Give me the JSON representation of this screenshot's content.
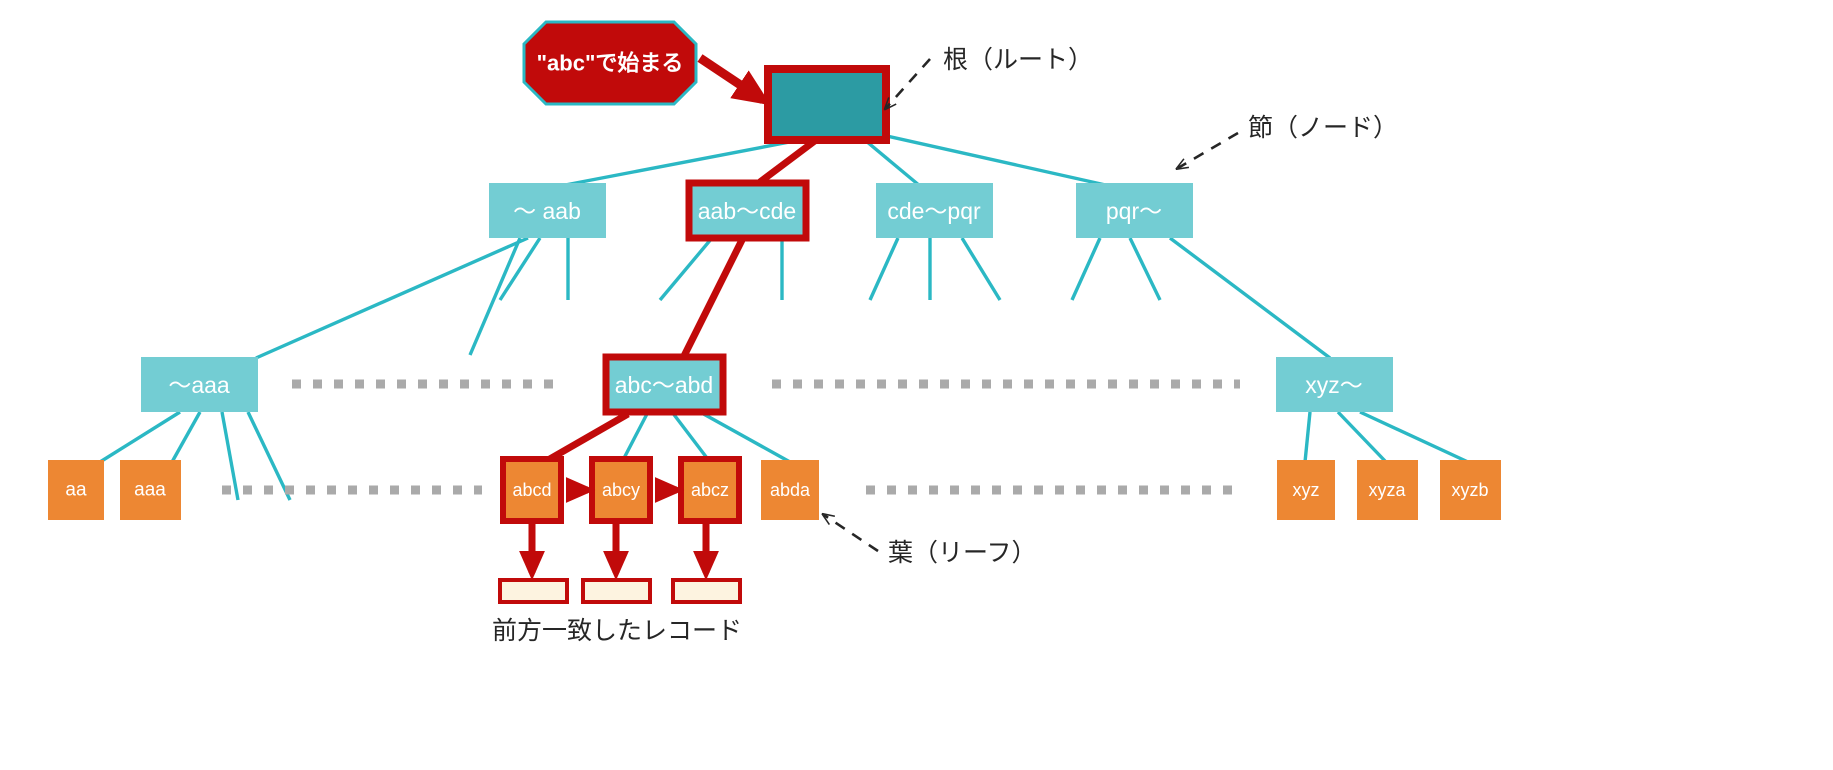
{
  "colors": {
    "background": "#ffffff",
    "root_fill": "#2c9ba3",
    "node_fill": "#73cdd3",
    "leaf_fill": "#ed8733",
    "record_fill": "#fdf3e0",
    "highlight": "#c10a0a",
    "link": "#2bb8c4",
    "dotted": "#aaaaaa",
    "text_dark": "#262626",
    "text_light": "#ffffff"
  },
  "callout": {
    "text": "\"abc\"で始まる",
    "fill": "#c10a0a",
    "stroke": "#2bb8c4"
  },
  "annotations": [
    {
      "id": "root-annotation",
      "text": "根（ルート）"
    },
    {
      "id": "node-annotation",
      "text": "節（ノード）"
    },
    {
      "id": "leaf-annotation",
      "text": "葉（リーフ）"
    }
  ],
  "caption": {
    "text": "前方一致したレコード"
  },
  "tree": {
    "root": {
      "label": "",
      "highlighted": true
    },
    "level2": [
      {
        "label": "〜 aab",
        "highlighted": false
      },
      {
        "label": "aab〜cde",
        "highlighted": true
      },
      {
        "label": "cde〜pqr",
        "highlighted": false
      },
      {
        "label": "pqr〜",
        "highlighted": false
      }
    ],
    "level3": [
      {
        "label": "〜aaa",
        "highlighted": false
      },
      {
        "label": "abc〜abd",
        "highlighted": true
      },
      {
        "label": "xyz〜",
        "highlighted": false
      }
    ],
    "leaves": [
      {
        "label": "aa",
        "highlighted": false
      },
      {
        "label": "aaa",
        "highlighted": false
      },
      {
        "label": "abcd",
        "highlighted": true
      },
      {
        "label": "abcy",
        "highlighted": true
      },
      {
        "label": "abcz",
        "highlighted": true
      },
      {
        "label": "abda",
        "highlighted": false
      },
      {
        "label": "xyz",
        "highlighted": false
      },
      {
        "label": "xyza",
        "highlighted": false
      },
      {
        "label": "xyzb",
        "highlighted": false
      }
    ],
    "records": [
      {
        "label": ""
      },
      {
        "label": ""
      },
      {
        "label": ""
      }
    ]
  }
}
